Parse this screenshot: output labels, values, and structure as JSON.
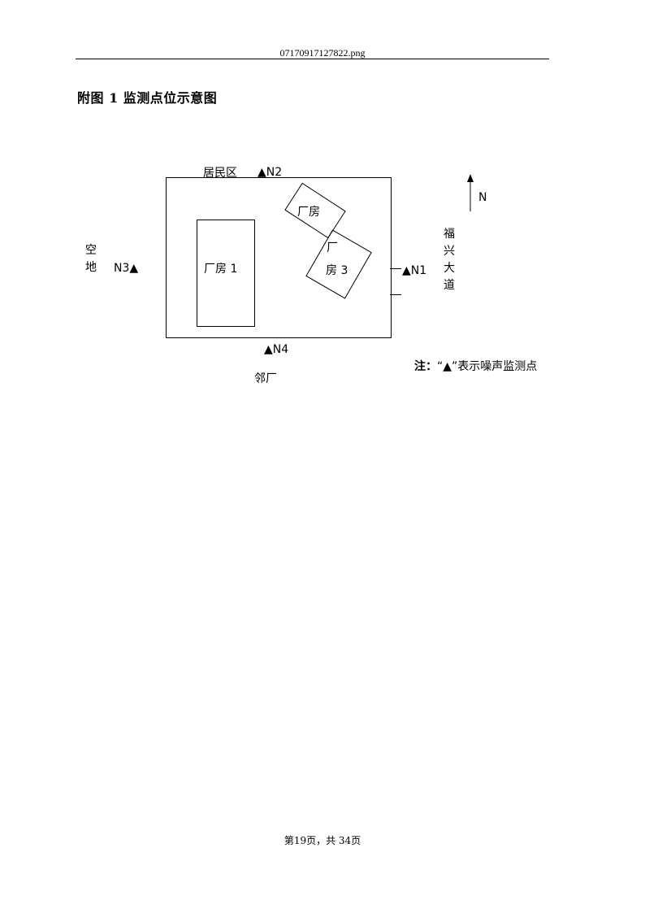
{
  "header": {
    "filename": "07170917127822.png"
  },
  "figure": {
    "title": "附图 1  监测点位示意图",
    "labels": {
      "residential": "居民区",
      "n2": "▲N2",
      "open_land": "空地",
      "n3": "N3▲",
      "building1": "厂房 1",
      "building2": "厂房",
      "building3_char": "厂",
      "building3": "房 3",
      "n1": "▲N1",
      "road": "福兴大道",
      "n4": "▲N4",
      "neighbor_factory": "邻厂",
      "north": "N"
    },
    "note": {
      "prefix": "注：",
      "text": "“▲”表示噪声监测点"
    }
  },
  "footer": {
    "page": "第19页，共 34页"
  }
}
